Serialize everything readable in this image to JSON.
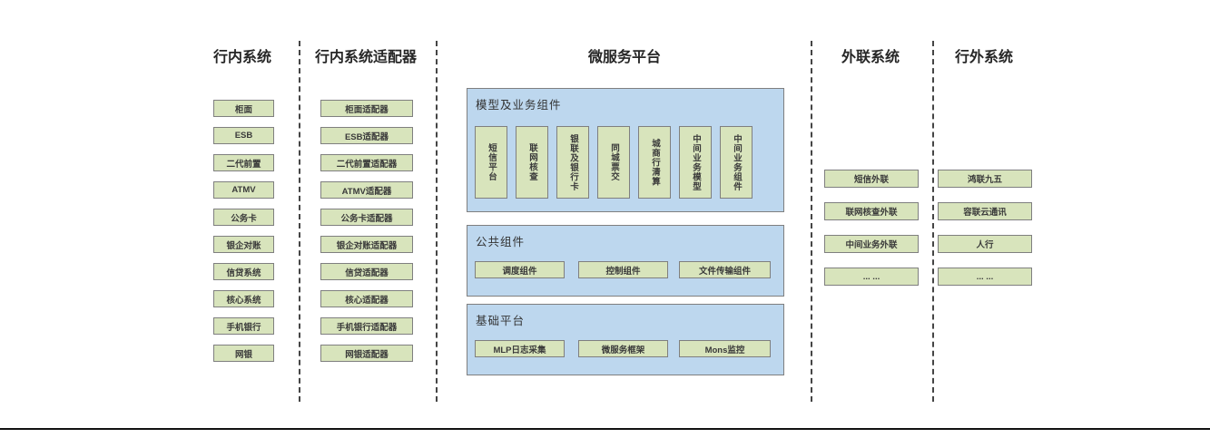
{
  "diagram": {
    "columns": [
      {
        "title": "行内系统",
        "items": [
          "柜面",
          "ESB",
          "二代前置",
          "ATMV",
          "公务卡",
          "银企对账",
          "信贷系统",
          "核心系统",
          "手机银行",
          "网银"
        ]
      },
      {
        "title": "行内系统适配器",
        "items": [
          "柜面适配器",
          "ESB适配器",
          "二代前置适配器",
          "ATMV适配器",
          "公务卡适配器",
          "银企对账适配器",
          "信贷适配器",
          "核心适配器",
          "手机银行适配器",
          "网银适配器"
        ]
      },
      {
        "title": "微服务平台",
        "panels": [
          {
            "title": "模型及业务组件",
            "items": [
              "短信平台",
              "联网核查",
              "银联及银行卡",
              "同城票交",
              "城商行清算",
              "中间业务模型",
              "中间业务组件"
            ]
          },
          {
            "title": "公共组件",
            "items": [
              "调度组件",
              "控制组件",
              "文件传输组件"
            ]
          },
          {
            "title": "基础平台",
            "items": [
              "MLP日志采集",
              "微服务框架",
              "Mons监控"
            ]
          }
        ]
      },
      {
        "title": "外联系统",
        "items": [
          "短信外联",
          "联网核查外联",
          "中间业务外联",
          "... ..."
        ]
      },
      {
        "title": "行外系统",
        "items": [
          "鸿联九五",
          "容联云通讯",
          "人行",
          "... ..."
        ]
      }
    ],
    "colors": {
      "box_fill": "#d8e4bc",
      "panel_fill": "#bdd7ee",
      "border": "#7f7f7f",
      "text": "#333333"
    }
  }
}
